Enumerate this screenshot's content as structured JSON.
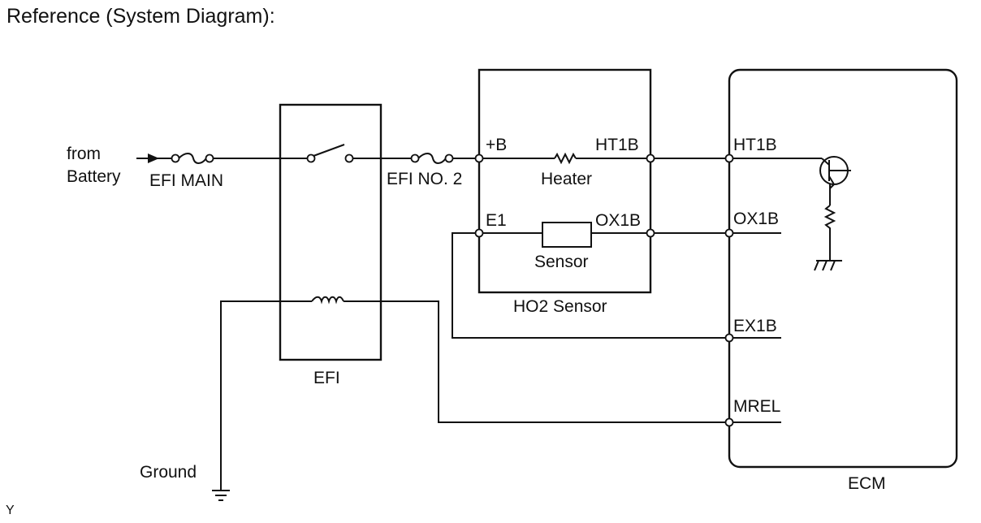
{
  "title": "Reference (System Diagram):",
  "corner_mark": "Y",
  "labels": {
    "from": "from",
    "battery": "Battery",
    "efi_main": "EFI MAIN",
    "efi_no2": "EFI NO. 2",
    "efi": "EFI",
    "ground": "Ground",
    "plus_b": "+B",
    "ht1b_sensor": "HT1B",
    "heater": "Heater",
    "e1": "E1",
    "ox1b_sensor": "OX1B",
    "sensor": "Sensor",
    "ho2_sensor": "HO2 Sensor",
    "ht1b_ecm": "HT1B",
    "ox1b_ecm": "OX1B",
    "ex1b": "EX1B",
    "mrel": "MREL",
    "ecm": "ECM"
  }
}
